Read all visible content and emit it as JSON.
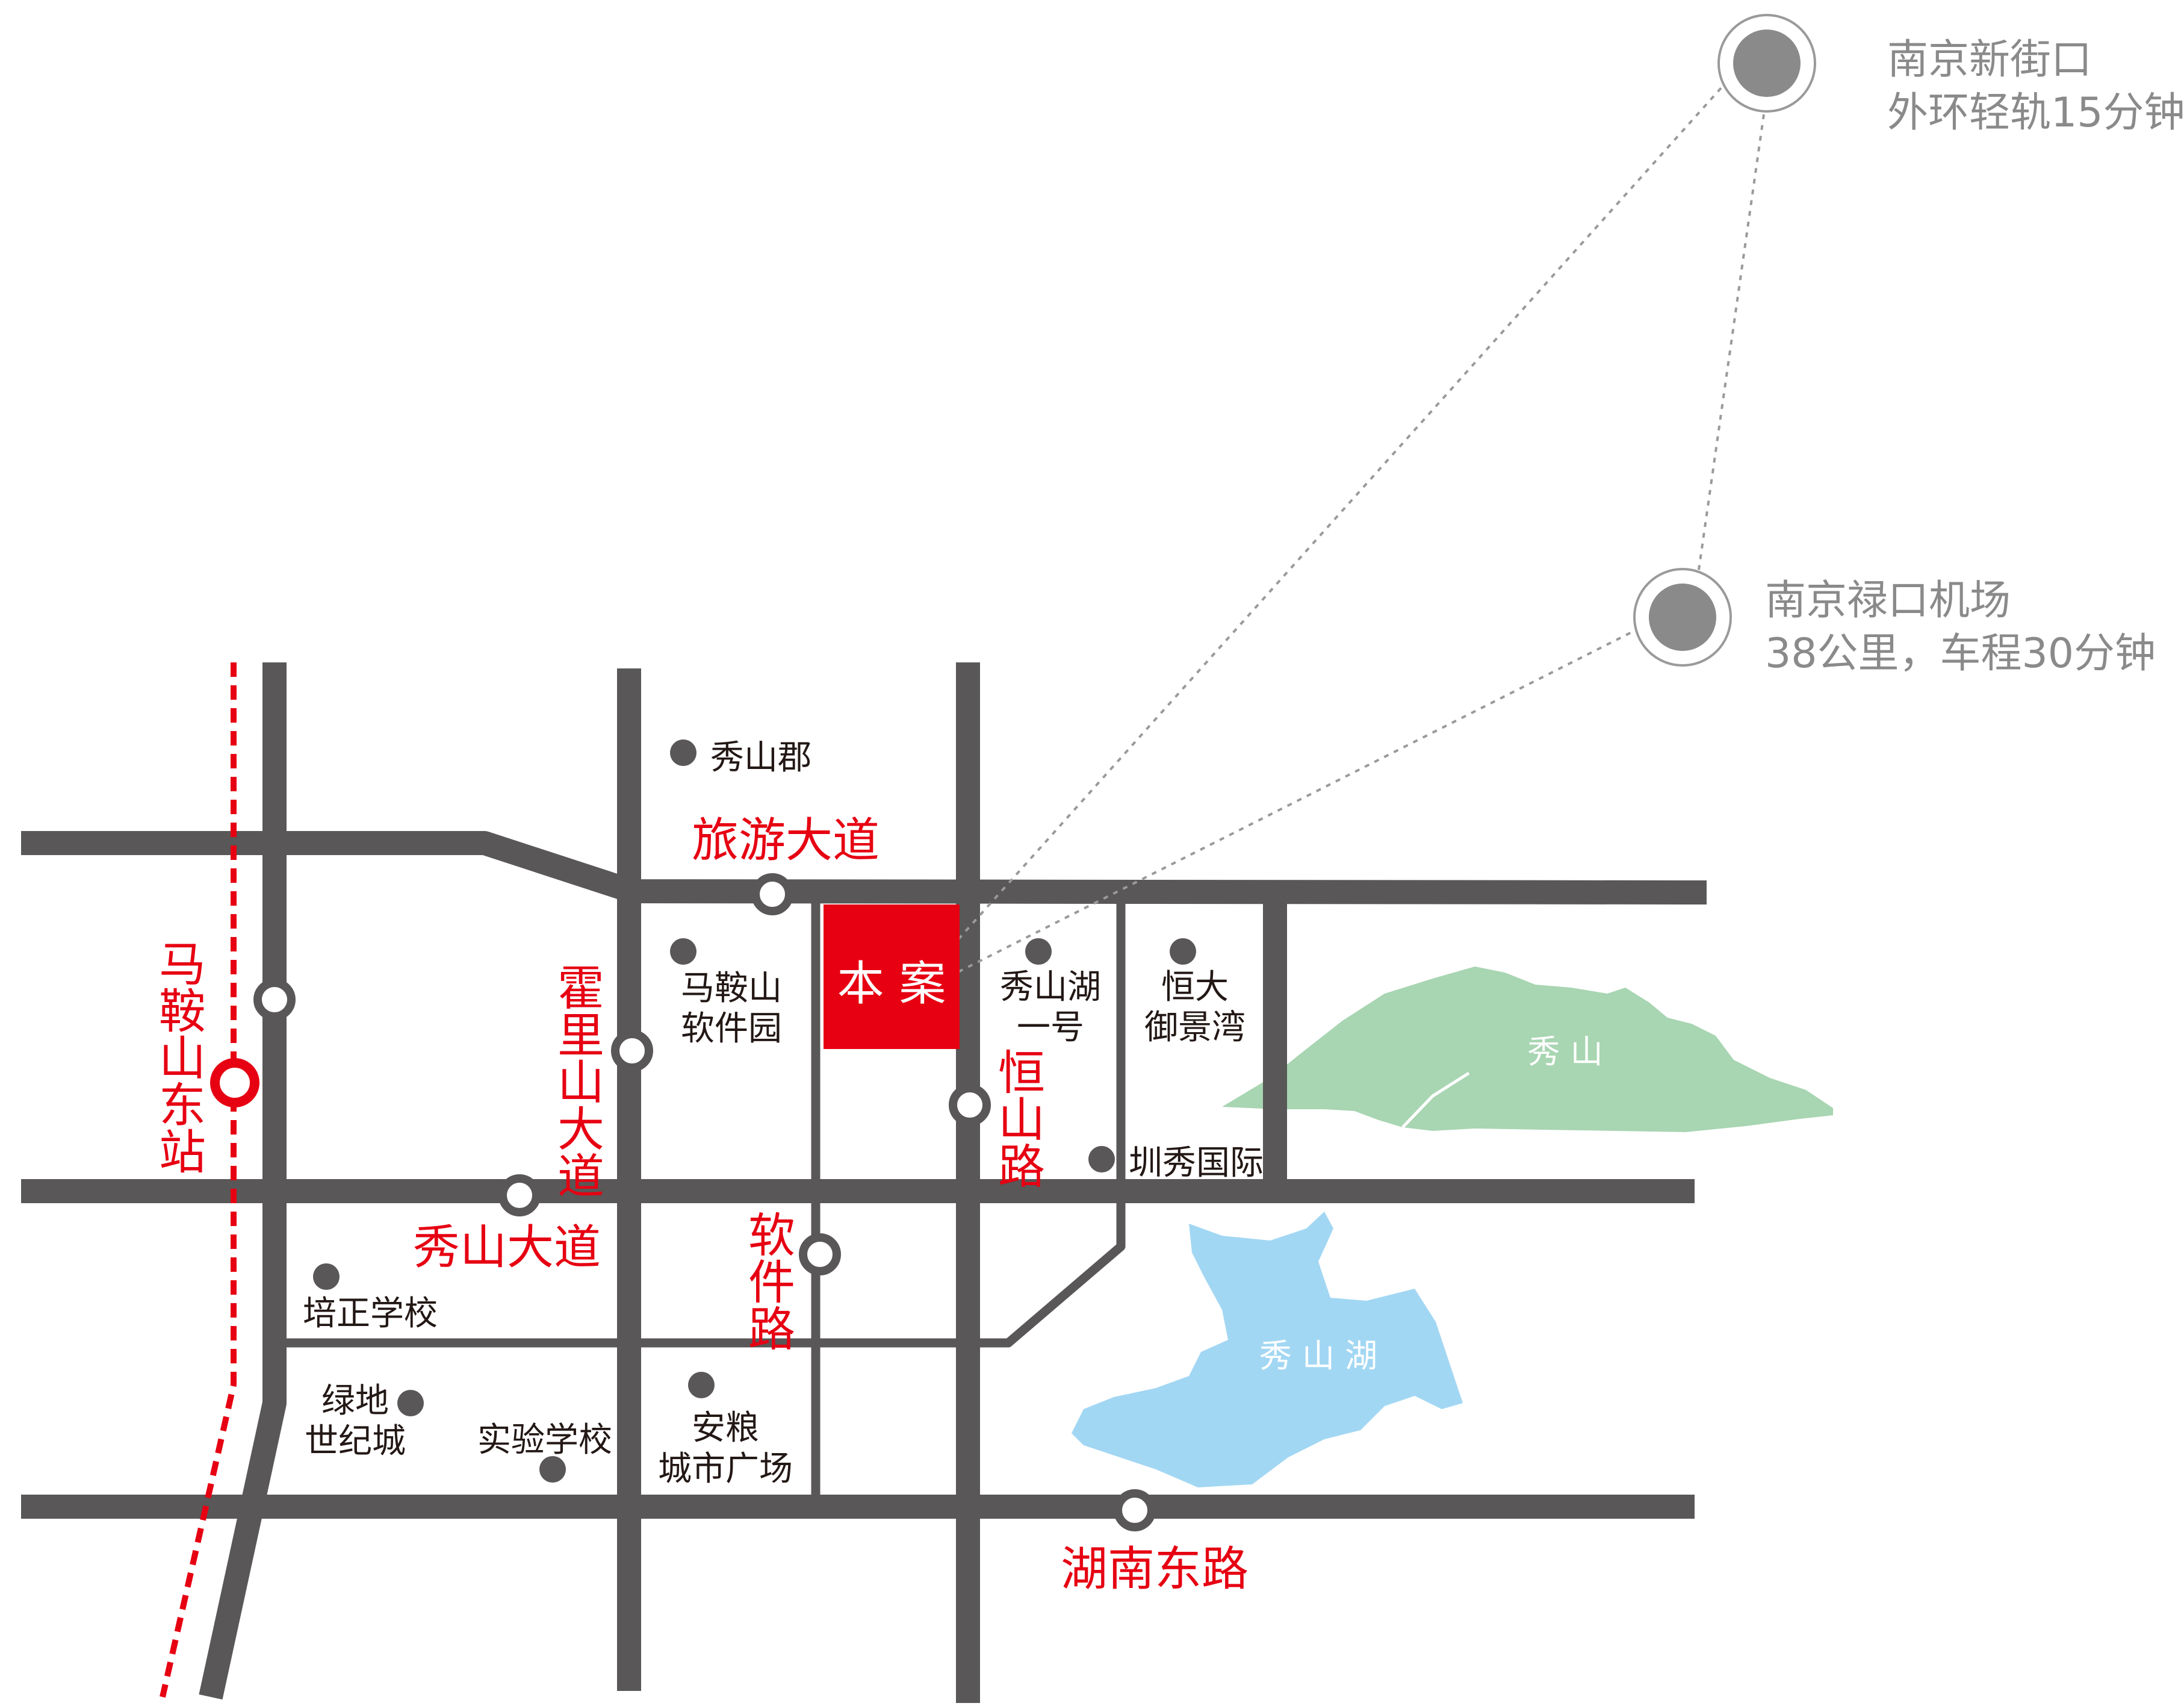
{
  "colors": {
    "road": "#595757",
    "red": "#e60012",
    "dark_text": "#231815",
    "grey_text": "#8a8a8a",
    "lake": "#a2d7f3",
    "mountain": "#a8d5b2",
    "dot": "#595757"
  },
  "roads": {
    "lvyou": "旅游大道",
    "huolishan": "霍里山大道",
    "xiushan": "秀山大道",
    "ruanjian": "软件路",
    "hengshan": "恒山路",
    "hunan_east": "湖南东路"
  },
  "station": "马鞍山东站",
  "project": "本 案",
  "places": {
    "xiushanjun": "秀山郡",
    "software_park_1": "马鞍山",
    "software_park_2": "软件园",
    "xiushanhu_yihao_1": "秀山湖",
    "xiushanhu_yihao_2": "一号",
    "hengda_1": "恒大",
    "hengda_2": "御景湾",
    "zhenxiu": "圳秀国际",
    "peizheng": "培正学校",
    "lvdi_1": "绿地",
    "lvdi_2": "世纪城",
    "shiyan": "实验学校",
    "anliang_1": "安粮",
    "anliang_2": "城市广场"
  },
  "nature": {
    "mountain": "秀 山",
    "lake": "秀 山 湖"
  },
  "destinations": {
    "xinjiekou_name": "南京新街口",
    "xinjiekou_detail": "外环轻轨15分钟",
    "airport_name": "南京禄口机场",
    "airport_detail": "38公里，车程30分钟"
  }
}
